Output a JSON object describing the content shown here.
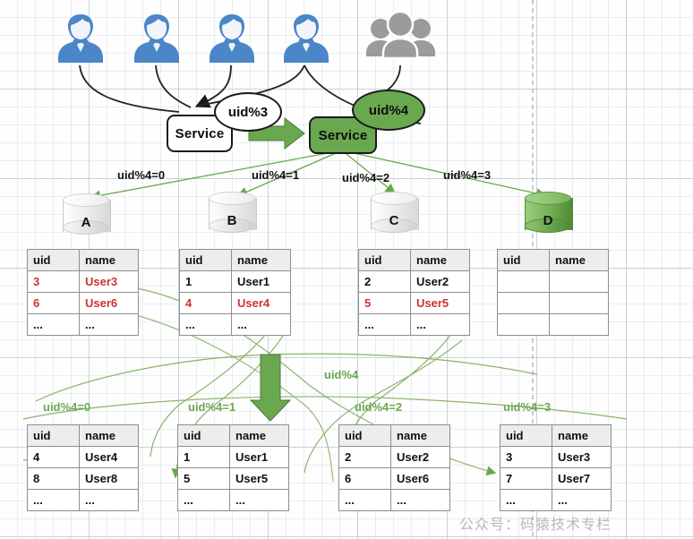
{
  "diagram": {
    "title": "Database sharding by uid modulo",
    "colors": {
      "green": "#6aa84f",
      "red": "#cc3333",
      "gray": "#999999",
      "blue": "#4a86c8"
    }
  },
  "actors": {
    "users": [
      {
        "name": "user-icon-1",
        "kind": "single-user"
      },
      {
        "name": "user-icon-2",
        "kind": "single-user"
      },
      {
        "name": "user-icon-3",
        "kind": "single-user"
      },
      {
        "name": "user-icon-4",
        "kind": "single-user"
      },
      {
        "name": "user-group-icon",
        "kind": "user-group"
      }
    ]
  },
  "services": {
    "old": {
      "label": "Service",
      "bubble": "uid%3"
    },
    "new": {
      "label": "Service",
      "bubble": "uid%4"
    }
  },
  "migration_arrow": {
    "name": "migration-arrow",
    "direction": "right"
  },
  "down_arrow": {
    "name": "down-arrow",
    "direction": "down"
  },
  "route_labels_top": [
    "uid%4=0",
    "uid%4=1",
    "uid%4=2",
    "uid%4=3"
  ],
  "route_labels_bottom": [
    "uid%4=0",
    "uid%4=1",
    "uid%4=2",
    "uid%4=3"
  ],
  "middle_label": "uid%4",
  "databases": [
    {
      "name": "A",
      "highlighted": false
    },
    {
      "name": "B",
      "highlighted": false
    },
    {
      "name": "C",
      "highlighted": false
    },
    {
      "name": "D",
      "highlighted": true
    }
  ],
  "columns": [
    "uid",
    "name"
  ],
  "tables_before": [
    {
      "db": "A",
      "rows": [
        {
          "uid": "3",
          "name": "User3",
          "highlight": true
        },
        {
          "uid": "6",
          "name": "User6",
          "highlight": true
        },
        {
          "uid": "...",
          "name": "...",
          "highlight": false
        }
      ]
    },
    {
      "db": "B",
      "rows": [
        {
          "uid": "1",
          "name": "User1",
          "highlight": false
        },
        {
          "uid": "4",
          "name": "User4",
          "highlight": true
        },
        {
          "uid": "...",
          "name": "...",
          "highlight": false
        }
      ]
    },
    {
      "db": "C",
      "rows": [
        {
          "uid": "2",
          "name": "User2",
          "highlight": false
        },
        {
          "uid": "5",
          "name": "User5",
          "highlight": true
        },
        {
          "uid": "...",
          "name": "...",
          "highlight": false
        }
      ]
    },
    {
      "db": "D",
      "rows": [
        {
          "uid": "",
          "name": "",
          "highlight": false
        },
        {
          "uid": "",
          "name": "",
          "highlight": false
        },
        {
          "uid": "",
          "name": "",
          "highlight": false
        }
      ]
    }
  ],
  "tables_after": [
    {
      "shard": "uid%4=0",
      "rows": [
        {
          "uid": "4",
          "name": "User4",
          "highlight": false
        },
        {
          "uid": "8",
          "name": "User8",
          "highlight": false
        },
        {
          "uid": "...",
          "name": "...",
          "highlight": false
        }
      ]
    },
    {
      "shard": "uid%4=1",
      "rows": [
        {
          "uid": "1",
          "name": "User1",
          "highlight": false
        },
        {
          "uid": "5",
          "name": "User5",
          "highlight": false
        },
        {
          "uid": "...",
          "name": "...",
          "highlight": false
        }
      ]
    },
    {
      "shard": "uid%4=2",
      "rows": [
        {
          "uid": "2",
          "name": "User2",
          "highlight": false
        },
        {
          "uid": "6",
          "name": "User6",
          "highlight": false
        },
        {
          "uid": "...",
          "name": "...",
          "highlight": false
        }
      ]
    },
    {
      "shard": "uid%4=3",
      "rows": [
        {
          "uid": "3",
          "name": "User3",
          "highlight": false
        },
        {
          "uid": "7",
          "name": "User7",
          "highlight": false
        },
        {
          "uid": "...",
          "name": "...",
          "highlight": false
        }
      ]
    }
  ],
  "watermark": "公众号：码猿技术专栏"
}
